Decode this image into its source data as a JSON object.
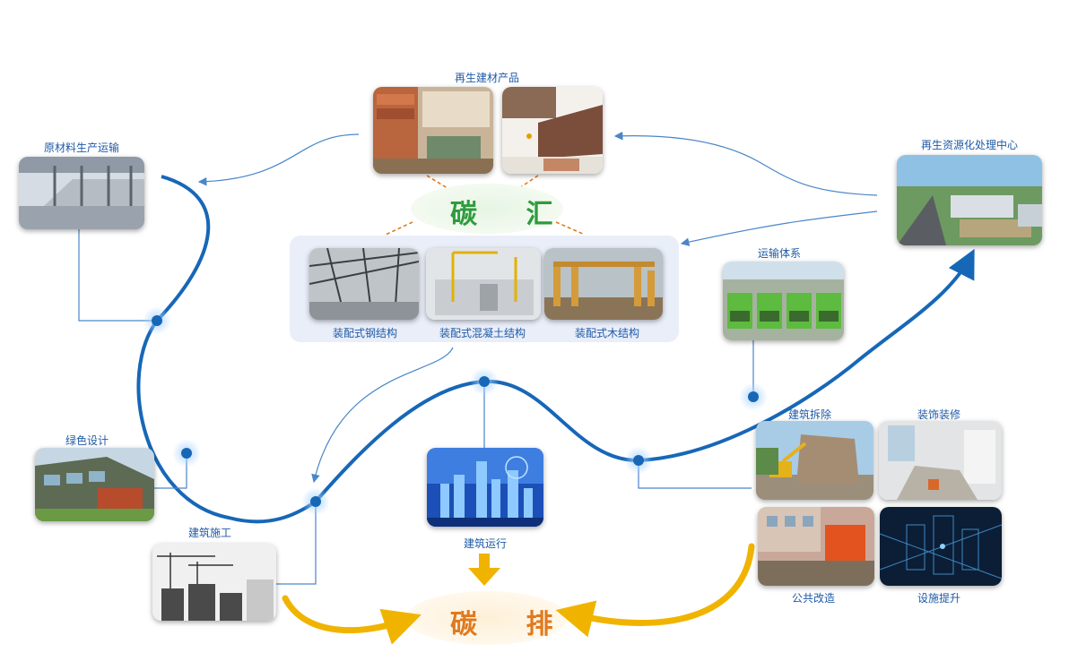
{
  "carbon_sink": {
    "label": "碳 汇",
    "color": "#2e9c3d"
  },
  "carbon_emission": {
    "label": "碳 排",
    "color": "#e07a1f"
  },
  "labels": {
    "recycled_products": "再生建材产品",
    "raw_material": "原材料生产运输",
    "recycling_center": "再生资源化处理中心",
    "transport_system": "运输体系",
    "steel_structure": "装配式钢结构",
    "concrete_structure": "装配式混凝土结构",
    "timber_structure": "装配式木结构",
    "green_design": "绿色设计",
    "construction": "建筑施工",
    "operation": "建筑运行",
    "demolition": "建筑拆除",
    "renovation": "装饰装修",
    "public_retrofit": "公共改造",
    "facility_upgrade": "设施提升"
  },
  "colors": {
    "main_line": "#1767b7",
    "arrow_gold": "#f0b400",
    "label_blue": "#1f5aa6",
    "thin_line": "#4a86c8"
  }
}
